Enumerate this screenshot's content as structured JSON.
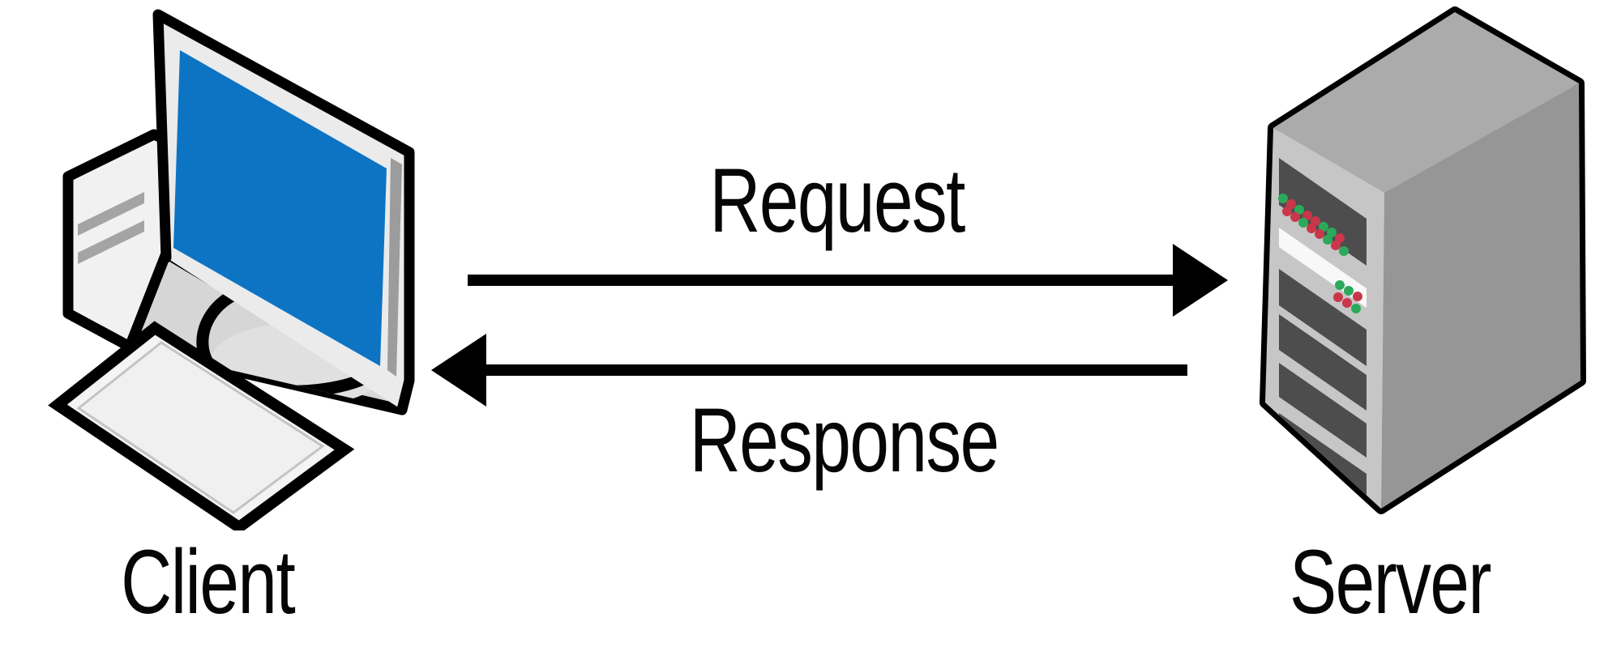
{
  "diagram": {
    "title": "Client-Server Request/Response diagram",
    "background": "#ffffff",
    "nodes": [
      {
        "id": "client",
        "label": "Client",
        "icon": "desktop-computer-icon"
      },
      {
        "id": "server",
        "label": "Server",
        "icon": "server-tower-icon"
      }
    ],
    "edges": [
      {
        "id": "request",
        "label": "Request",
        "from": "client",
        "to": "server",
        "direction": "right"
      },
      {
        "id": "response",
        "label": "Response",
        "from": "server",
        "to": "client",
        "direction": "left"
      }
    ],
    "colors": {
      "outline": "#000000",
      "screen_blue": "#0d74c4",
      "light_gray": "#ebebeb",
      "chin_gray": "#d6d6d6",
      "server_front": "#c6c6c6",
      "server_top": "#ababab",
      "server_side": "#969696",
      "slot_gray": "#4d4d4d",
      "led_green": "#2ca95a",
      "led_red": "#c9374b",
      "text": "#060606"
    }
  }
}
